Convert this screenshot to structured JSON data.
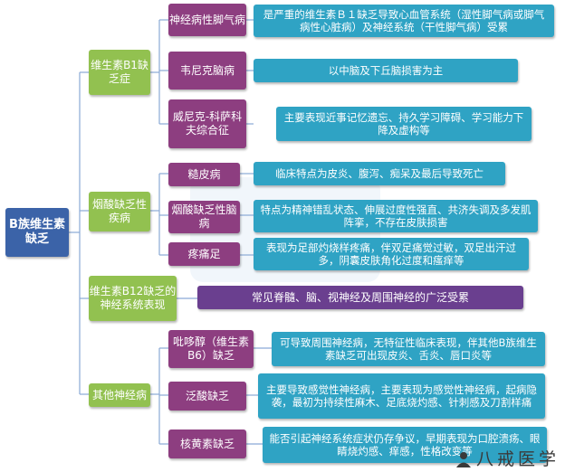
{
  "root": {
    "label": "B族维生素缺乏"
  },
  "categories": [
    {
      "label": "维生素B1缺乏症",
      "items": [
        {
          "label": "神经病性脚气病",
          "desc": "是严重的维生素Ｂ１缺乏导致心血管系统（湿性脚气病或脚气病性心脏病）及神经系统（干性脚气病）受累"
        },
        {
          "label": "韦尼克脑病",
          "desc": "以中脑及下丘脑损害为主"
        },
        {
          "label": "威尼克-科萨科夫综合征",
          "desc": "主要表现近事记忆遗忘、持久学习障碍、学习能力下降及虚构等"
        }
      ]
    },
    {
      "label": "烟酸缺乏性疾病",
      "items": [
        {
          "label": "糙皮病",
          "desc": "临床特点为皮炎、腹泻、痴呆及最后导致死亡"
        },
        {
          "label": "烟酸缺乏性脑病",
          "desc": "特点为精神错乱状态、伸展过度性强直、共济失调及多发肌阵挛，不存在皮肤损害"
        },
        {
          "label": "疼痛足",
          "desc": "表现为足部灼烧样疼痛，伴双足痛觉过敏，双足出汗过多，阴囊皮肤角化过度和瘙痒等"
        }
      ]
    },
    {
      "label": "维生素B12缺乏的神经系统表现",
      "desc": "常见脊髓、脑、视神经及周围神经的广泛受累"
    },
    {
      "label": "其他神经病",
      "items": [
        {
          "label": "吡哆醇（维生素B6）缺乏",
          "desc": "可导致周围神经病，无特征性临床表现，伴其他B族维生素缺乏可出现皮炎、舌炎、唇口炎等"
        },
        {
          "label": "泛酸缺乏",
          "desc": "主要导致感觉性神经病，主要表现为感觉性神经病，起病隐袭，最初为持续性麻木、足底烧灼感、针刺感及刀割样痛"
        },
        {
          "label": "核黄素缺乏",
          "desc": "能否引起神经系统症状仍存争议，早期表现为口腔溃疡、眼睛烧灼感、痒感，性格改变等"
        }
      ]
    }
  ],
  "watermark": {
    "brand": "八戒医学",
    "icon": "doctor-logo-icon"
  },
  "colors": {
    "root": "#3b63a8",
    "category": "#92c150",
    "item": "#8d3e80",
    "description": "#2fa3c4",
    "wide": "#6a3f8f",
    "connector": "#8aa9d6"
  }
}
